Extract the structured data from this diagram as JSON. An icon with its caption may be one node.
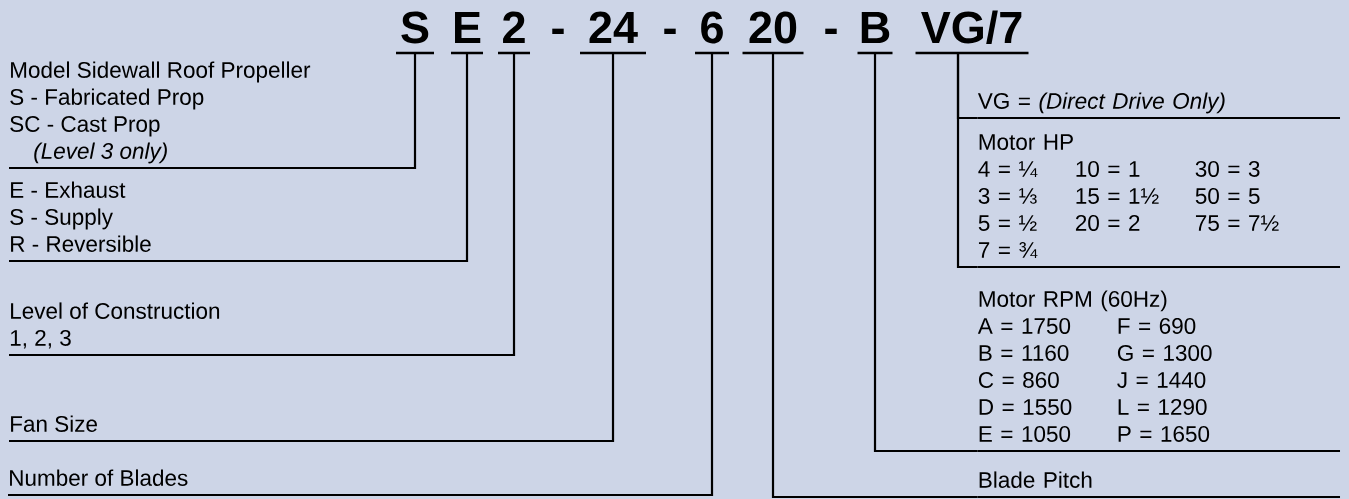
{
  "diagram": {
    "nodes": [
      {
        "text": [
          "S"
        ]
      },
      {
        "text": [
          "E"
        ]
      },
      {
        "text": [
          "2"
        ]
      },
      {
        "text": [
          "24"
        ]
      },
      {
        "text": [
          "6"
        ]
      },
      {
        "text": [
          "20"
        ]
      },
      {
        "text": [
          "B"
        ]
      },
      {
        "text": [
          "VG/7"
        ]
      },
      {
        "text": [
          "Model Sidewall Roof Propeller",
          "S - Fabricated Prop",
          "SC - Cast Prop",
          "(Level 3 only)"
        ]
      },
      {
        "text": [
          "E - Exhaust",
          "S - Supply",
          "R - Reversible"
        ]
      },
      {
        "text": [
          "Level of Construction",
          "1, 2, 3"
        ]
      },
      {
        "text": [
          "Fan Size"
        ]
      },
      {
        "text": [
          "Number of Blades"
        ]
      },
      {
        "text": [
          "VG = *(Direct Drive Only)*"
        ]
      },
      {
        "text": [
          "Motor HP",
          "4 = ¼",
          "10 = 1",
          "30 = 3",
          "3 = ⅓",
          "15 = 1½",
          "50 = 5",
          "5 = ½",
          "20 = 2",
          "75 = 7½",
          "7 = ¾"
        ]
      },
      {
        "text": [
          "Motor RPM (60Hz)",
          "A = 1750",
          "F = 690",
          "B = 1160",
          "G = 1300",
          "C = 860",
          "J = 1440",
          "D = 1550",
          "L = 1290",
          "E = 1050",
          "P = 1650"
        ]
      },
      {
        "text": [
          "Blade Pitch"
        ]
      }
    ],
    "edges": [
      {
        "from": 0,
        "to": 8,
        "arrow": "none"
      },
      {
        "from": 1,
        "to": 9,
        "arrow": "none"
      },
      {
        "from": 2,
        "to": 10,
        "arrow": "none"
      },
      {
        "from": 3,
        "to": 11,
        "arrow": "none"
      },
      {
        "from": 4,
        "to": 12,
        "arrow": "none"
      },
      {
        "from": 7,
        "to": 13,
        "arrow": "none"
      },
      {
        "from": 7,
        "to": 14,
        "arrow": "none"
      },
      {
        "from": 6,
        "to": 15,
        "arrow": "none"
      },
      {
        "from": 5,
        "to": 16,
        "arrow": "none"
      }
    ],
    "labels": [
      "-",
      "-",
      "-"
    ]
  }
}
